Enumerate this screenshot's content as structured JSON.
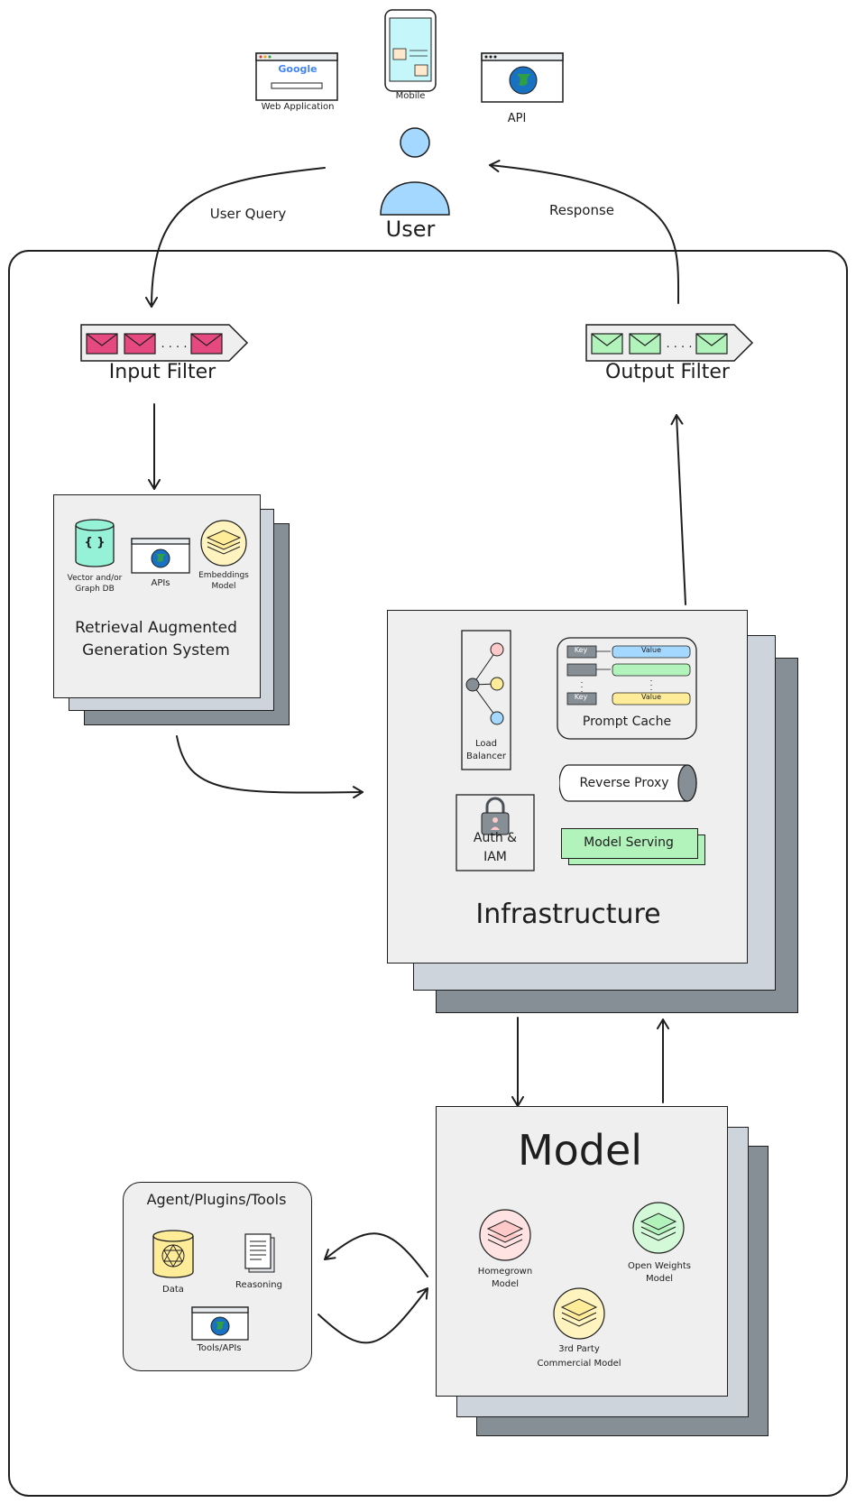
{
  "clients": {
    "web_label": "Web Application",
    "web_logo": "Google",
    "mobile_label": "Mobile",
    "api_label": "API"
  },
  "user": {
    "label": "User"
  },
  "flows": {
    "query": "User Query",
    "response": "Response"
  },
  "input_filter": {
    "label": "Input Filter",
    "dots": ". . . ."
  },
  "output_filter": {
    "label": "Output Filter",
    "dots": ". . . ."
  },
  "rag": {
    "title_line1": "Retrieval Augmented",
    "title_line2": "Generation System",
    "db_glyph": "{ }",
    "db_line1": "Vector and/or",
    "db_line2": "Graph DB",
    "apis": "APIs",
    "emb_line1": "Embeddings",
    "emb_line2": "Model"
  },
  "infra": {
    "title": "Infrastructure",
    "lb_line1": "Load",
    "lb_line2": "Balancer",
    "auth_line1": "Auth &",
    "auth_line2": "IAM",
    "cache_title": "Prompt Cache",
    "cache_key": "Key",
    "cache_value": "Value",
    "proxy": "Reverse Proxy",
    "serving": "Model Serving"
  },
  "model": {
    "title": "Model",
    "homegrown_line1": "Homegrown",
    "homegrown_line2": "Model",
    "open_line1": "Open Weights",
    "open_line2": "Model",
    "third_line1": "3rd Party",
    "third_line2": "Commercial Model"
  },
  "agent": {
    "title": "Agent/Plugins/Tools",
    "data": "Data",
    "reasoning": "Reasoning",
    "tools": "Tools/APIs"
  },
  "colors": {
    "user": "#a5d8ff",
    "input_envelope": "#e64980",
    "output_envelope": "#b2f2bb",
    "db": "#96f2d7",
    "embeddings": "#ffec99",
    "cache_blue": "#a5d8ff",
    "cache_green": "#b2f2bb",
    "cache_yellow": "#ffec99",
    "serving": "#b2f2bb",
    "homegrown": "#ffc9c9",
    "open_weights": "#b2f2bb",
    "third_party": "#ffec99",
    "data_cyl": "#ffec99"
  },
  "icons": [
    "browser-icon",
    "mobile-icon",
    "globe-icon",
    "envelope-icon",
    "database-icon",
    "layers-icon",
    "lock-icon",
    "document-icon",
    "network-icon"
  ]
}
